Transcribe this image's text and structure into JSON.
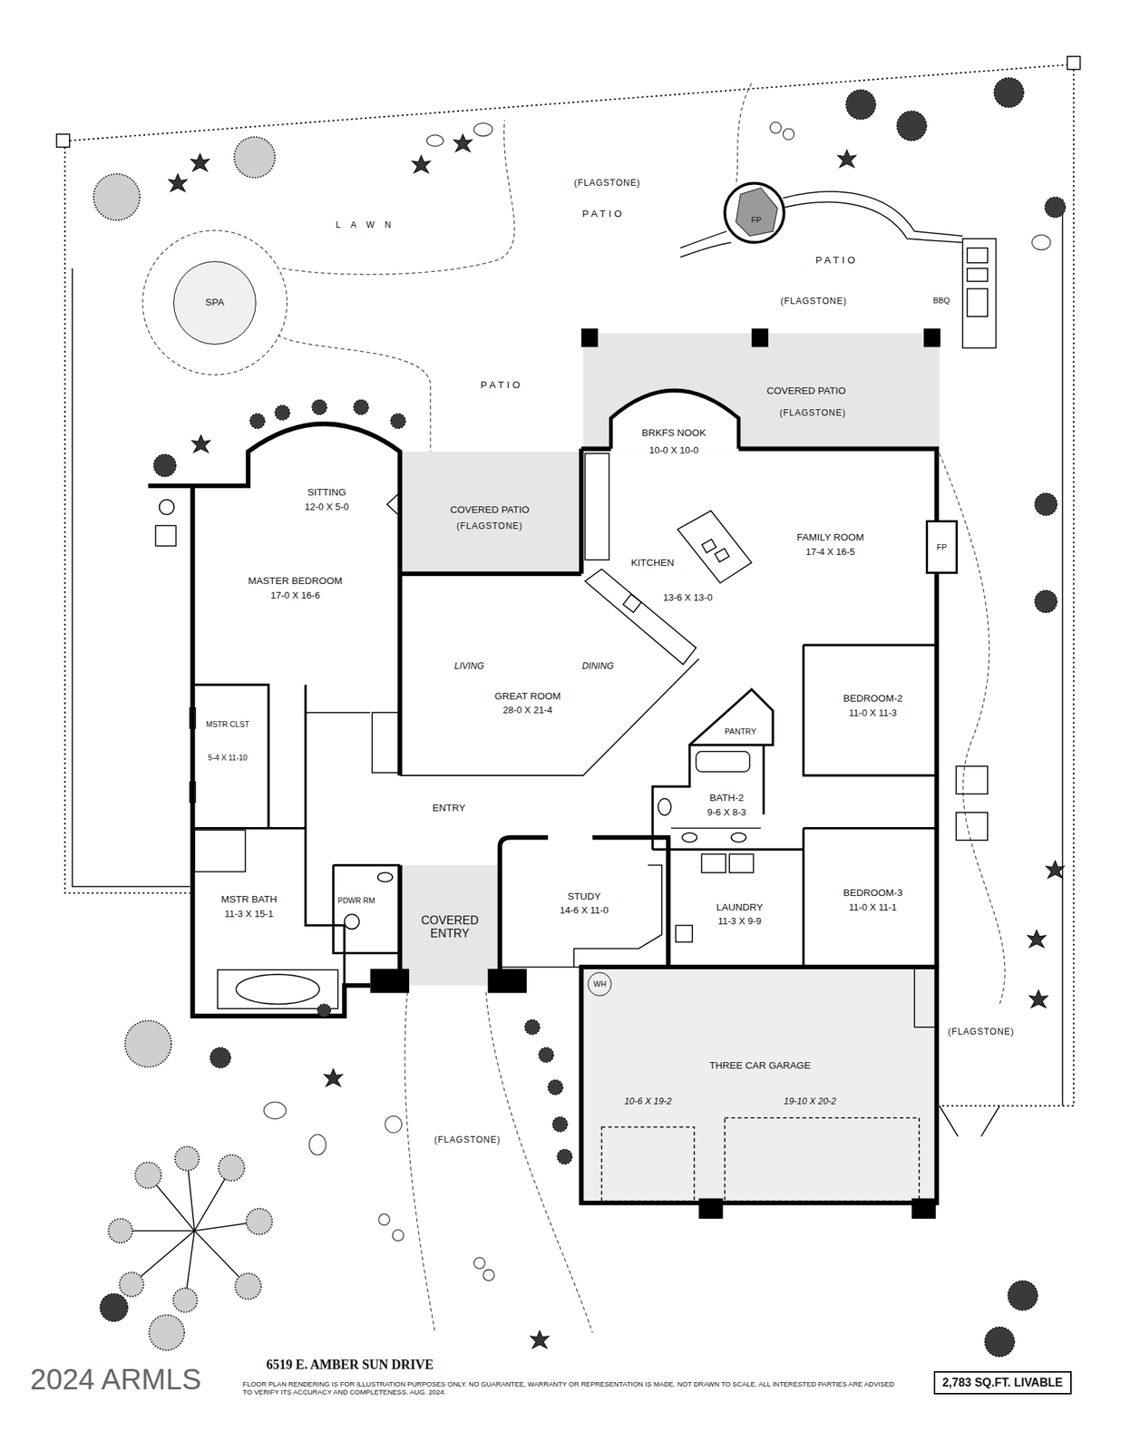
{
  "diagram": {
    "title": "6519 E. AMBER SUN DRIVE",
    "caption": "FLOOR PLAN RENDERING IS FOR ILLUSTRATION PURPOSES ONLY. NO GUARANTEE, WARRANTY OR REPRESENTATION IS MADE. NOT DRAWN TO SCALE. ALL INTERESTED PARTIES ARE ADVISED TO VERIFY ITS ACCURACY AND COMPLETENESS. AUG. 2024.",
    "nodes": [
      {
        "text": [
          "SPA"
        ]
      },
      {
        "text": [
          "FP"
        ]
      },
      {
        "text": [
          "COVERED PATIO",
          "(FLAGSTONE)"
        ]
      },
      {
        "text": [
          "BRKFS NOOK",
          "10-0 X 10-0"
        ]
      },
      {
        "text": [
          "SITTING",
          "12-0 X 5-0"
        ]
      },
      {
        "text": [
          "COVERED PATIO",
          "(FLAGSTONE)"
        ]
      },
      {
        "text": [
          "FAMILY ROOM",
          "17-4 X 16-5"
        ]
      },
      {
        "text": [
          "FP"
        ]
      },
      {
        "text": [
          "KITCHEN",
          "13-6 X 13-0"
        ]
      },
      {
        "text": [
          "MASTER BEDROOM",
          "17-0 X 16-6"
        ]
      },
      {
        "text": [
          "LIVING",
          "DINING",
          "GREAT ROOM",
          "28-0 X 21-4"
        ]
      },
      {
        "text": [
          "BEDROOM-2",
          "11-0 X 11-3"
        ]
      },
      {
        "text": [
          "PANTRY"
        ]
      },
      {
        "text": [
          "MSTR CLST",
          "5-4 X 11-10"
        ]
      },
      {
        "text": [
          "BATH-2",
          "9-6 X 8-3"
        ]
      },
      {
        "text": [
          "ENTRY"
        ]
      },
      {
        "text": [
          "BEDROOM-3",
          "11-0 X 11-1"
        ]
      },
      {
        "text": [
          "STUDY",
          "14-6 X 11-0"
        ]
      },
      {
        "text": [
          "PDWR RM"
        ]
      },
      {
        "text": [
          "MSTR BATH",
          "11-3 X 15-1"
        ]
      },
      {
        "text": [
          "LAUNDRY",
          "11-3 X 9-9"
        ]
      },
      {
        "text": [
          "COVERED ENTRY"
        ]
      },
      {
        "text": [
          "THREE CAR GARAGE",
          "10-6 X 19-2",
          "19-10 X 20-2"
        ]
      },
      {
        "text": [
          "WH"
        ],
        "in": 22
      },
      {
        "text": [
          "2,783 SQ.FT. LIVABLE"
        ]
      }
    ],
    "labels": [
      "(FLAGSTONE)",
      "PATIO",
      "LAWN",
      "PATIO",
      "(FLAGSTONE)",
      "BBQ",
      "PATIO",
      "(FLAGSTONE)",
      "(FLAGSTONE)",
      "2024 ARMLS"
    ]
  }
}
